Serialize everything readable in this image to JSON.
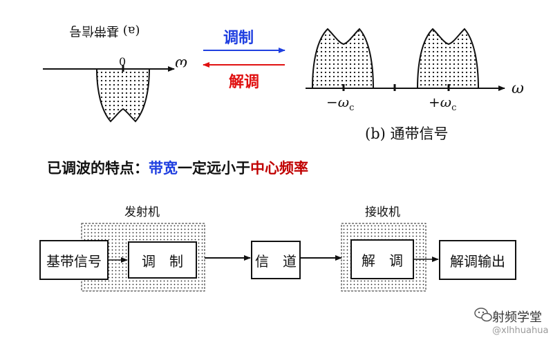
{
  "top_left": {
    "caption_rotated": "(a) 基带信号",
    "zero_label": "0",
    "axis_symbol": "ω"
  },
  "arrows": {
    "modulate": "调制",
    "demodulate": "解调",
    "modulate_color": "#1f3fe0",
    "demodulate_color": "#e01010"
  },
  "top_right": {
    "neg_label": "−ω",
    "pos_label": "+ω",
    "sub_c": "c",
    "axis_symbol": "ω",
    "caption": "(b) 通带信号"
  },
  "feature_line": {
    "prefix": "已调波的特点：",
    "bandwidth": "带宽",
    "middle": "一定远小于",
    "center_freq": "中心频率",
    "blue": "#1f3fe0",
    "red": "#c00000"
  },
  "block_diagram": {
    "transmitter_title": "发射机",
    "receiver_title": "接收机",
    "baseband_label": "基带信号",
    "modulate_label": "调　制",
    "channel_label": "信　道",
    "demod_label": "解　调",
    "output_label": "解调输出"
  },
  "watermark": {
    "name": "射频学堂",
    "handle": "@xlhhuahua"
  }
}
